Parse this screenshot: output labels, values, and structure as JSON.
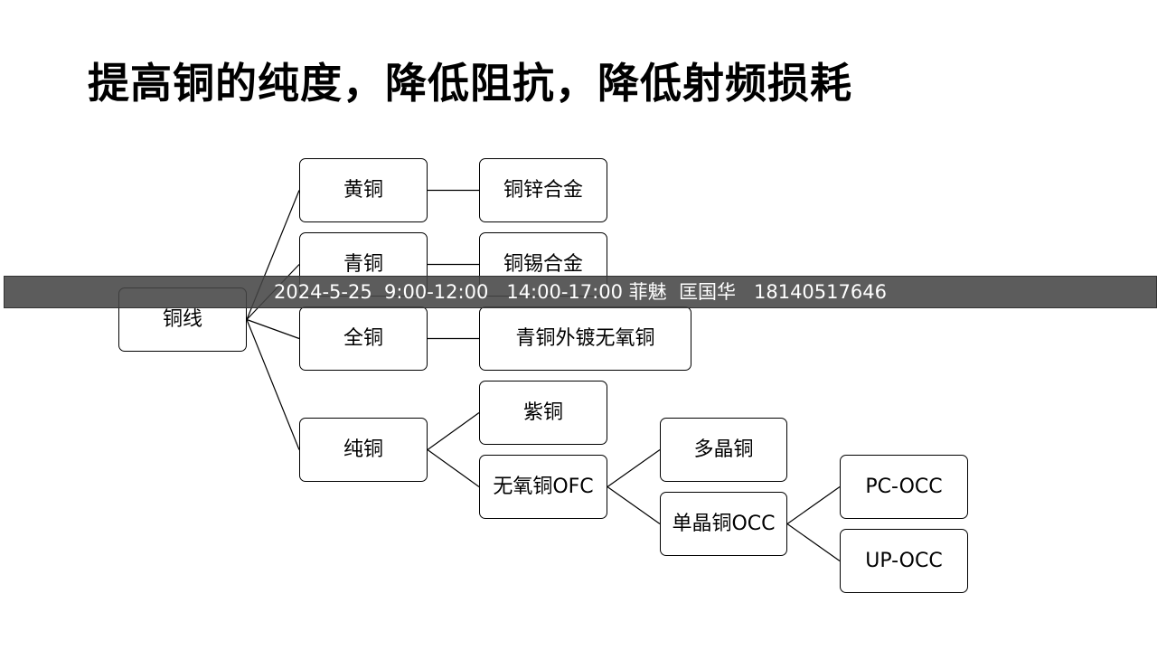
{
  "title": "提高铜的纯度，降低阻抗，降低射频损耗",
  "diagram": {
    "nodes": [
      {
        "id": "root",
        "label": "铜线"
      },
      {
        "id": "huang",
        "label": "黄铜"
      },
      {
        "id": "qing",
        "label": "青铜"
      },
      {
        "id": "quan",
        "label": "全铜"
      },
      {
        "id": "chun",
        "label": "纯铜"
      },
      {
        "id": "xinhj",
        "label": "铜锌合金"
      },
      {
        "id": "xihj",
        "label": "铜锡合金"
      },
      {
        "id": "qingdu",
        "label": "青铜外镀无氧铜"
      },
      {
        "id": "zi",
        "label": "紫铜"
      },
      {
        "id": "ofc",
        "label": "无氧铜OFC"
      },
      {
        "id": "duojing",
        "label": "多晶铜"
      },
      {
        "id": "occ",
        "label": "单晶铜OCC"
      },
      {
        "id": "pcocc",
        "label": "PC-OCC"
      },
      {
        "id": "upocc",
        "label": "UP-OCC"
      }
    ],
    "edges": [
      [
        "root",
        "huang"
      ],
      [
        "root",
        "qing"
      ],
      [
        "root",
        "quan"
      ],
      [
        "root",
        "chun"
      ],
      [
        "huang",
        "xinhj"
      ],
      [
        "qing",
        "xihj"
      ],
      [
        "quan",
        "qingdu"
      ],
      [
        "chun",
        "zi"
      ],
      [
        "chun",
        "ofc"
      ],
      [
        "ofc",
        "duojing"
      ],
      [
        "ofc",
        "occ"
      ],
      [
        "occ",
        "pcocc"
      ],
      [
        "occ",
        "upocc"
      ]
    ]
  },
  "banner": {
    "text": "2024-5-25  9:00-12:00   14:00-17:00 菲魅  匡国华   18140517646"
  }
}
